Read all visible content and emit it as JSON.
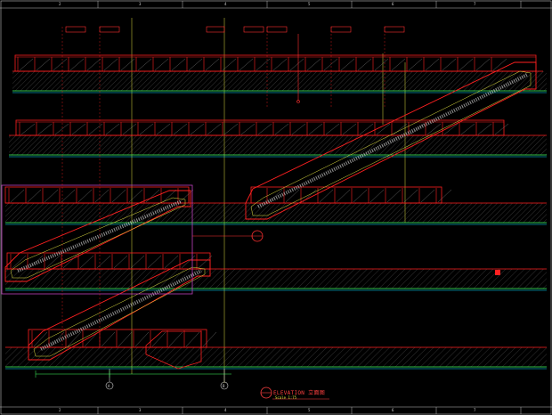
{
  "drawing": {
    "title": "ELEVATION 立面图",
    "scale": "Scale 1:75",
    "top_ruler": [
      "2",
      "3",
      "4",
      "5",
      "6",
      "7"
    ],
    "bottom_ruler": [
      "2",
      "3",
      "4",
      "5",
      "6",
      "7"
    ],
    "grid_bubbles": [
      "A",
      "B"
    ],
    "section_ref": "",
    "colors": {
      "background": "#000000",
      "handrail": "#ff2020",
      "floor_slab": "#40ff60",
      "guide_lines": "#e0e040",
      "dims": "#40ff60",
      "cyan": "#00e0ff",
      "grey": "#b0b0b0",
      "magenta": "#c040c0"
    }
  }
}
